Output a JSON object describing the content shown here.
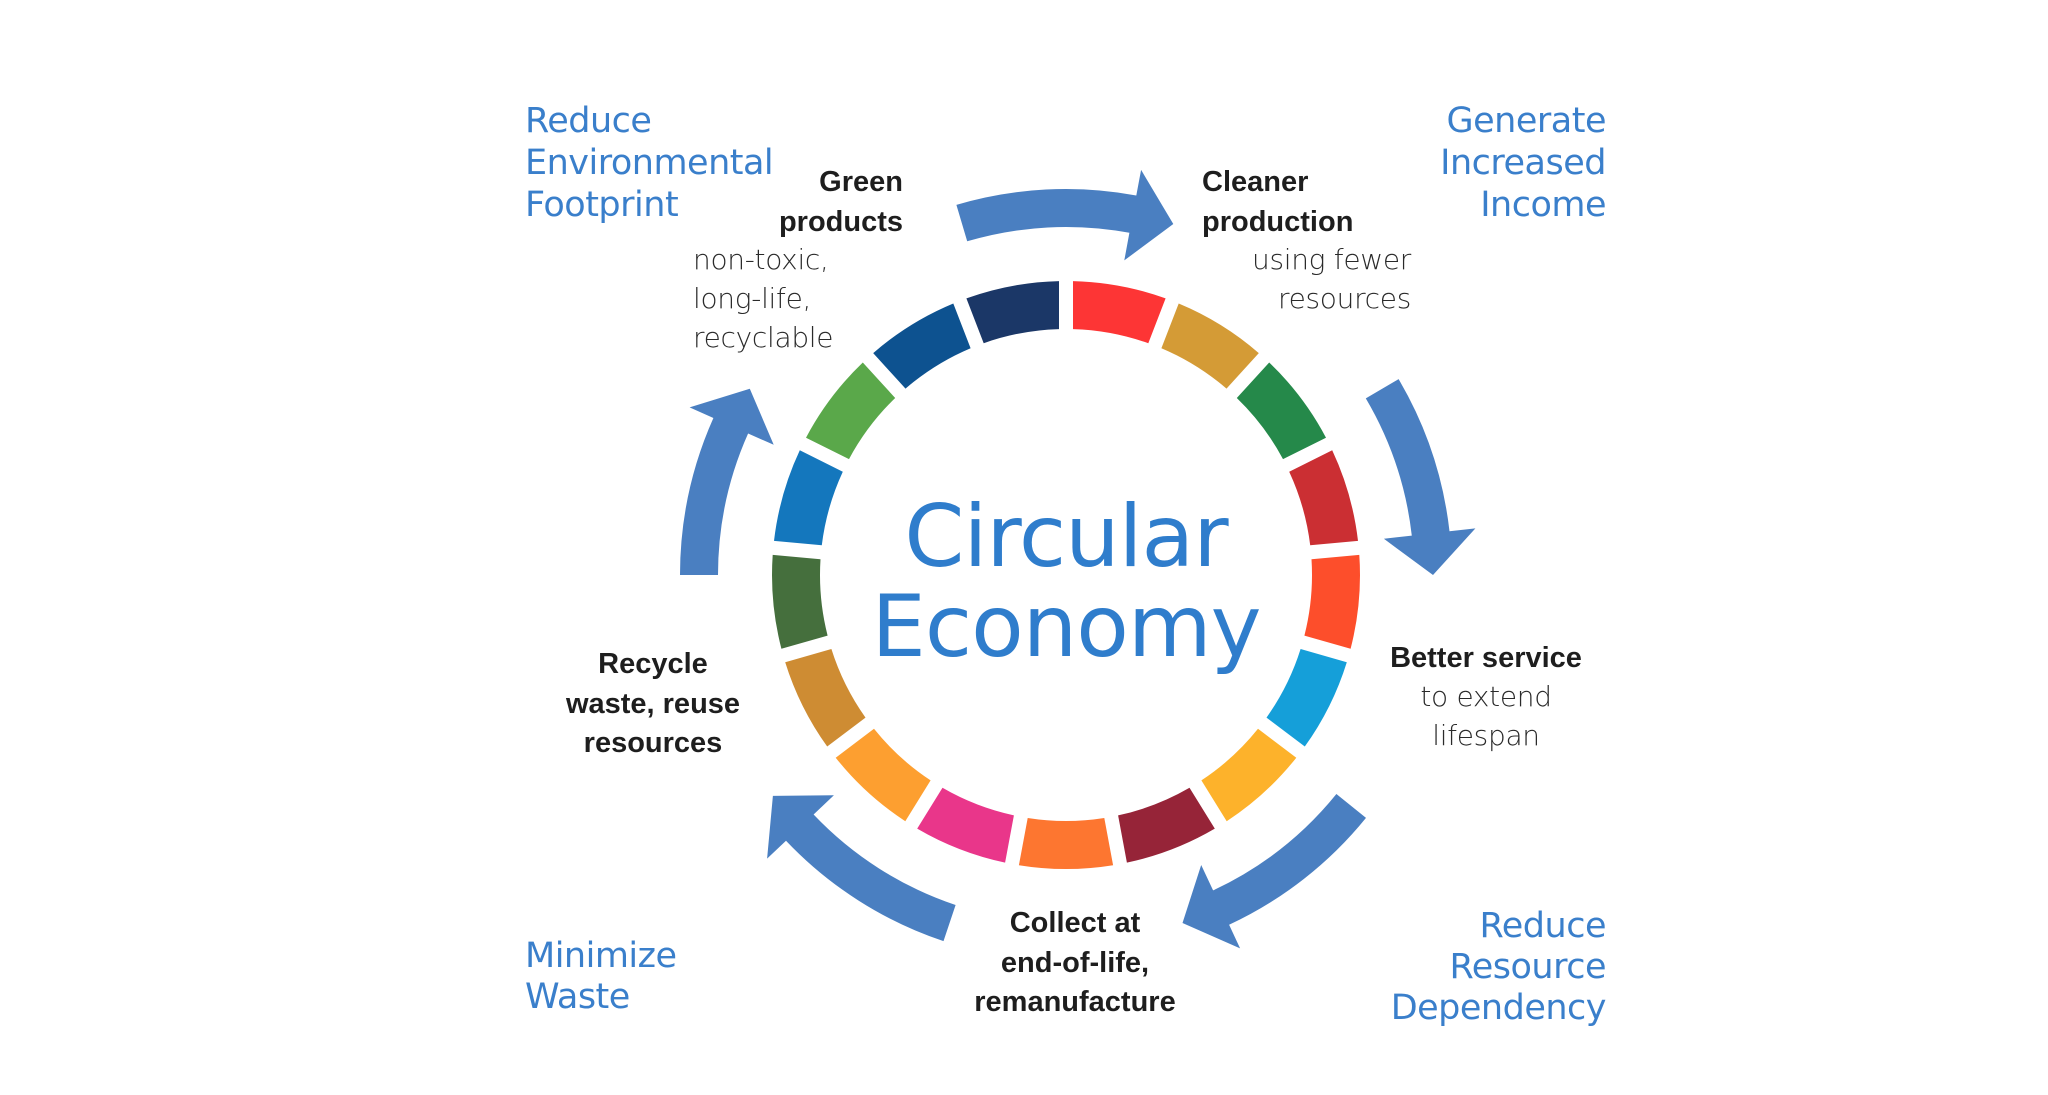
{
  "diagram": {
    "title": {
      "line1": "Circular",
      "line2": "Economy",
      "color": "#2f7dcc"
    },
    "ring": {
      "segment_count": 17,
      "colors": [
        "#fd3535",
        "#d49b36",
        "#25894a",
        "#cb2f33",
        "#fd4e2b",
        "#159fd9",
        "#fdb22b",
        "#962438",
        "#fd7630",
        "#e9368a",
        "#fd9f30",
        "#ce8c33",
        "#456f3d",
        "#1477bd",
        "#5aa84a",
        "#0d5290",
        "#1b3767"
      ]
    },
    "arrows": {
      "color": "#4a7fc1",
      "count": 5
    },
    "stages": {
      "green_products": {
        "title_line1": "Green",
        "title_line2": "products",
        "sub_line1": "non-toxic,",
        "sub_line2": "long-life,",
        "sub_line3": "recyclable"
      },
      "cleaner_production": {
        "title_line1": "Cleaner",
        "title_line2": "production",
        "sub_line1": "using fewer",
        "sub_line2": "resources"
      },
      "better_service": {
        "title_line1": "Better service",
        "sub_line1": "to extend",
        "sub_line2": "lifespan"
      },
      "collect": {
        "title_line1": "Collect at",
        "title_line2": "end-of-life,",
        "title_line3": "remanufacture"
      },
      "recycle": {
        "title_line1": "Recycle",
        "title_line2": "waste, reuse",
        "title_line3": "resources"
      }
    },
    "outcomes": {
      "top_left": {
        "line1": "Reduce",
        "line2": "Environmental",
        "line3": "Footprint"
      },
      "top_right": {
        "line1": "Generate",
        "line2": "Increased",
        "line3": "Income"
      },
      "bottom_right": {
        "line1": "Reduce",
        "line2": "Resource",
        "line3": "Dependency"
      },
      "bottom_left": {
        "line1": "Minimize",
        "line2": "Waste"
      }
    }
  }
}
